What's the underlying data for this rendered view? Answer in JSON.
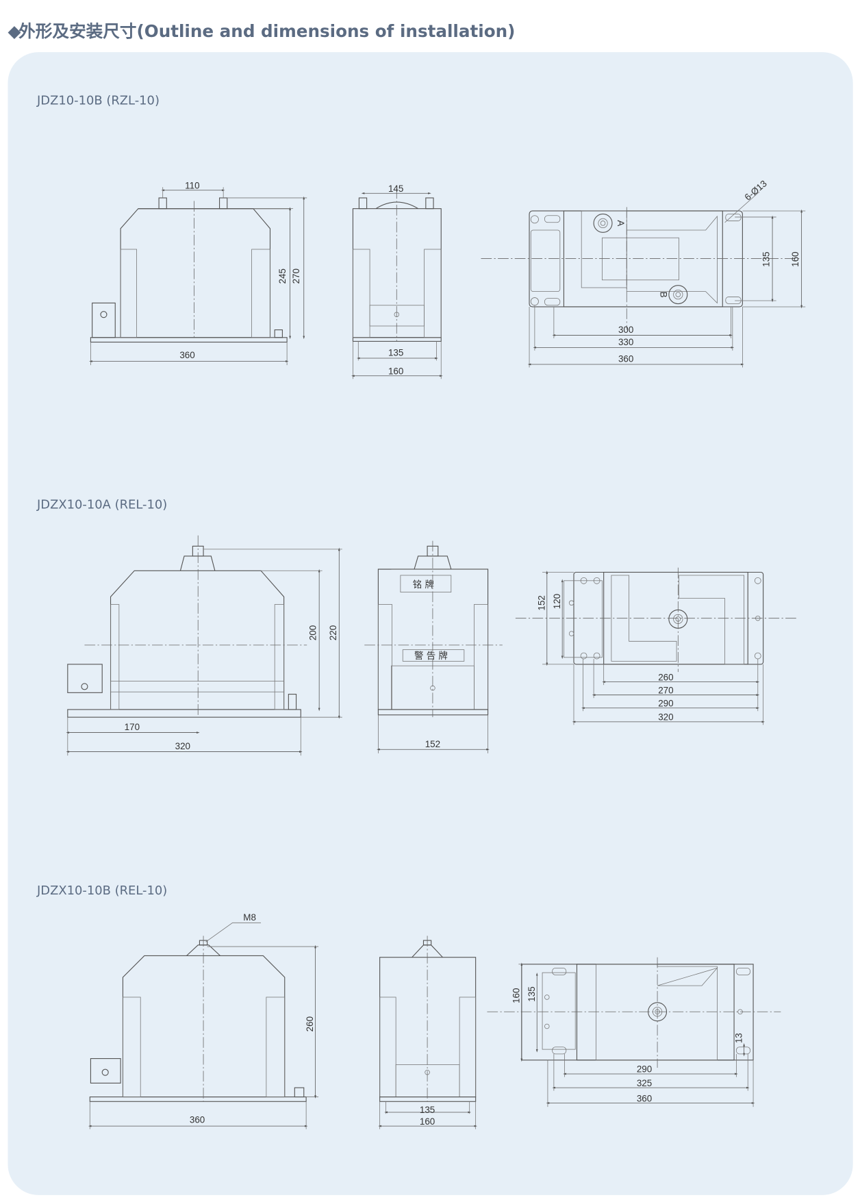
{
  "header": {
    "bullet": "◆",
    "title": "外形及安装尺寸(Outline and dimensions of installation)"
  },
  "models": [
    {
      "name": "JDZ10-10B (RZL-10)",
      "front_dims": [
        "110",
        "245",
        "270",
        "360"
      ],
      "side_dims": [
        "145",
        "135",
        "160"
      ],
      "top_dims": [
        "6-Ø13",
        "135",
        "160",
        "300",
        "330",
        "360"
      ],
      "terminal_labels": [
        "A",
        "B"
      ]
    },
    {
      "name": "JDZX10-10A (REL-10)",
      "front_dims": [
        "200",
        "220",
        "170",
        "320"
      ],
      "side_dims": [
        "152"
      ],
      "side_labels": [
        "铭 牌",
        "警 告 牌"
      ],
      "top_dims": [
        "152",
        "120",
        "260",
        "270",
        "290",
        "320"
      ]
    },
    {
      "name": "JDZX10-10B (REL-10)",
      "front_dims": [
        "M8",
        "260",
        "360"
      ],
      "side_dims": [
        "135",
        "160"
      ],
      "top_dims": [
        "160",
        "135",
        "13",
        "290",
        "325",
        "360"
      ]
    }
  ]
}
